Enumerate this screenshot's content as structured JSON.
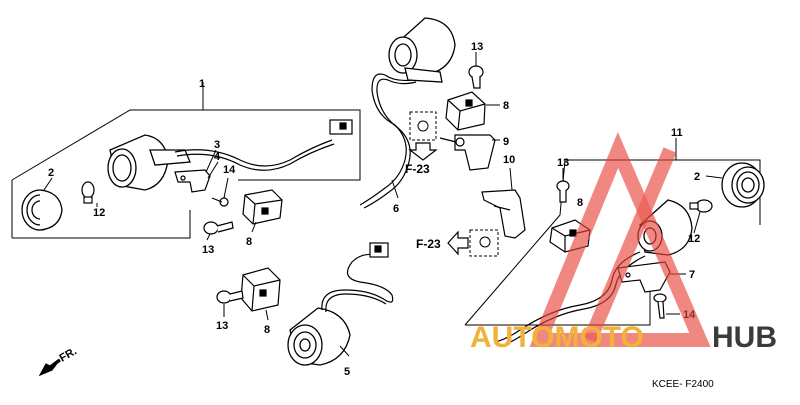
{
  "diagram": {
    "part_numbers": [
      "1",
      "2",
      "3",
      "4",
      "5",
      "6",
      "7",
      "8",
      "9",
      "10",
      "11",
      "12",
      "13",
      "14"
    ],
    "labels": {
      "p1": "1",
      "p2_left": "2",
      "p2_right": "2",
      "p3": "3",
      "p4": "4",
      "p5": "5",
      "p6": "6",
      "p7": "7",
      "p8_a": "8",
      "p8_b": "8",
      "p8_c": "8",
      "p8_d": "8",
      "p9": "9",
      "p10": "10",
      "p11": "11",
      "p12_left": "12",
      "p12_right": "12",
      "p13_a": "13",
      "p13_b": "13",
      "p13_c": "13",
      "p13_d": "13",
      "p14_left": "14",
      "p14_right": "14",
      "ref_f23_top": "F-23",
      "ref_f23_left": "F-23",
      "front_arrow": "FR.",
      "figure_code": "KCEE- F2400"
    }
  },
  "watermark": {
    "text_orange": "AUTOMOTO",
    "text_dark": "HUB",
    "color_orange": "#f2b23a",
    "color_dark": "#3b3b3b",
    "color_triangle": "#e8443a"
  }
}
